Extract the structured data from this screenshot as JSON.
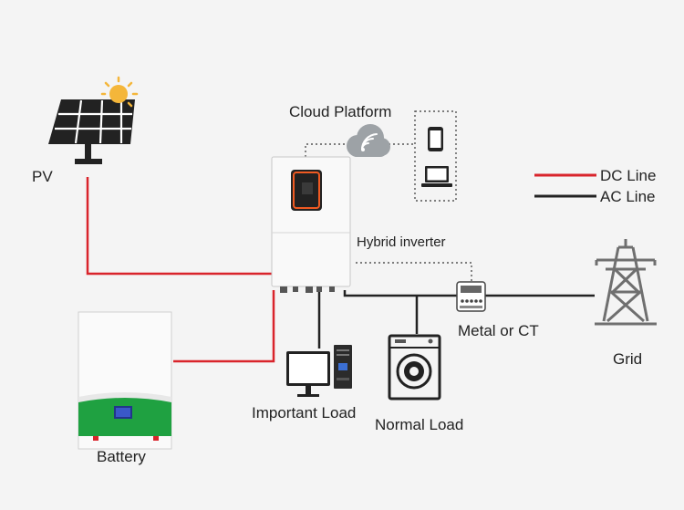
{
  "labels": {
    "pv": "PV",
    "cloud": "Cloud Platform",
    "inverter": "Hybrid inverter",
    "meter": "Metal or CT",
    "grid": "Grid",
    "battery": "Battery",
    "important_load": "Important Load",
    "normal_load": "Normal Load"
  },
  "legend": [
    {
      "label": "DC Line",
      "color": "#d9242b"
    },
    {
      "label": "AC Line",
      "color": "#222222"
    }
  ],
  "icons": {
    "pv": "solar-panel-icon",
    "sun": "sun-icon",
    "cloud": "cloud-wifi-icon",
    "phone": "smartphone-icon",
    "laptop": "laptop-icon",
    "inverter": "hybrid-inverter-icon",
    "battery": "battery-icon",
    "meter": "energy-meter-icon",
    "grid": "transmission-tower-icon",
    "important_load": "computer-icon",
    "normal_load": "washing-machine-icon"
  },
  "colors": {
    "dc_line": "#d9242b",
    "ac_line": "#222222",
    "battery_accent": "#1fa141",
    "inverter_screen_accent": "#f05a22"
  }
}
